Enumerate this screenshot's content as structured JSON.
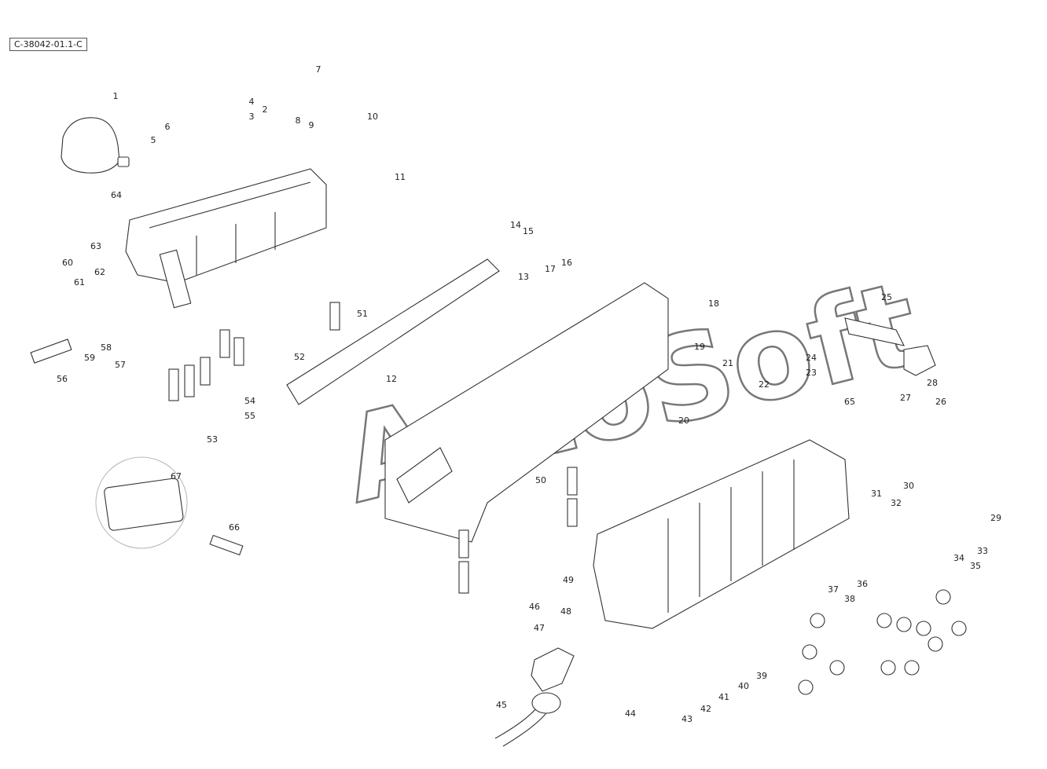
{
  "reference_code": "C-38042-01.1-C",
  "watermark": "AutoSoft",
  "callouts": [
    {
      "n": "1"
    },
    {
      "n": "64"
    },
    {
      "n": "6"
    },
    {
      "n": "5"
    },
    {
      "n": "4"
    },
    {
      "n": "3"
    },
    {
      "n": "2"
    },
    {
      "n": "7"
    },
    {
      "n": "8"
    },
    {
      "n": "9"
    },
    {
      "n": "10"
    },
    {
      "n": "11"
    },
    {
      "n": "12"
    },
    {
      "n": "13"
    },
    {
      "n": "14"
    },
    {
      "n": "15"
    },
    {
      "n": "16"
    },
    {
      "n": "17"
    },
    {
      "n": "18"
    },
    {
      "n": "19"
    },
    {
      "n": "20"
    },
    {
      "n": "21"
    },
    {
      "n": "22"
    },
    {
      "n": "23"
    },
    {
      "n": "24"
    },
    {
      "n": "25"
    },
    {
      "n": "26"
    },
    {
      "n": "27"
    },
    {
      "n": "28"
    },
    {
      "n": "29"
    },
    {
      "n": "30"
    },
    {
      "n": "31"
    },
    {
      "n": "32"
    },
    {
      "n": "33"
    },
    {
      "n": "34"
    },
    {
      "n": "35"
    },
    {
      "n": "36"
    },
    {
      "n": "37"
    },
    {
      "n": "38"
    },
    {
      "n": "39"
    },
    {
      "n": "40"
    },
    {
      "n": "41"
    },
    {
      "n": "42"
    },
    {
      "n": "43"
    },
    {
      "n": "44"
    },
    {
      "n": "45"
    },
    {
      "n": "46"
    },
    {
      "n": "47"
    },
    {
      "n": "48"
    },
    {
      "n": "49"
    },
    {
      "n": "50"
    },
    {
      "n": "51"
    },
    {
      "n": "52"
    },
    {
      "n": "53"
    },
    {
      "n": "54"
    },
    {
      "n": "55"
    },
    {
      "n": "56"
    },
    {
      "n": "57"
    },
    {
      "n": "58"
    },
    {
      "n": "59"
    },
    {
      "n": "60"
    },
    {
      "n": "61"
    },
    {
      "n": "62"
    },
    {
      "n": "63"
    },
    {
      "n": "65"
    },
    {
      "n": "66"
    },
    {
      "n": "67"
    }
  ]
}
